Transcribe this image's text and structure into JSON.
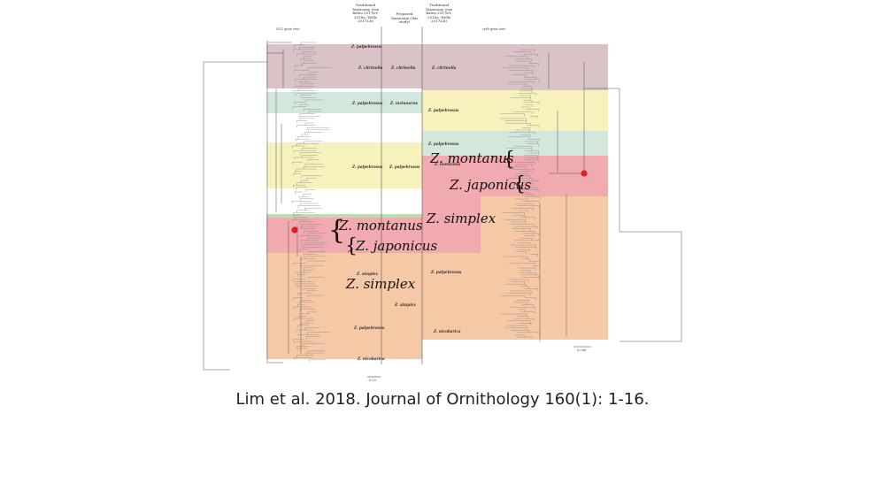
{
  "headers": {
    "nuclear_tree": "N2Z gene tree",
    "mito_tree": "cytb gene tree",
    "traditional_left": "Traditional Taxonomy (van Balen 2017b-f, 2018a; Wells 2017a,b)",
    "proposed": "Proposed Taxonomy (this study)",
    "traditional_right": "Traditional Taxonomy (van Balen 2017b-f, 2018a; Wells 2017a,b)"
  },
  "left_clade_labels": {
    "palpebrosus_top": "Z. palpebrosus",
    "citrinella": "Z. citrinella",
    "palpebrosus_green": "Z. palpebrosus",
    "palpebrosus_yellow": "Z. palpebrosus",
    "simplex_orange": "Z. simplex",
    "palpebrosus_orange": "Z. palpebrosus",
    "nicobarica": "Z. nicobarica"
  },
  "proposed_labels": {
    "citrinella": "Z. citrinella",
    "melanurus": "Z. melanurus",
    "palpebrosus": "Z. palpebrosus",
    "simplex": "Z. simplex"
  },
  "right_clade_labels": {
    "citrinella": "Z. citrinella",
    "palpebrosus_yellow": "Z. palpebrosus",
    "palpebrosus_green": "Z. palpebrosus",
    "montanus_small": "Z. montanus",
    "palpebrosus_orange": "Z. palpebrosus",
    "nicobarica": "Z. nicobarica"
  },
  "annotations": {
    "montanus_left": "Z. montanus",
    "japonicus_left": "Z. japonicus",
    "simplex_left": "Z. simplex",
    "montanus_right": "Z. montanus",
    "japonicus_right": "Z. japonicus",
    "simplex_right": "Z. simplex"
  },
  "scale_bars": {
    "left": "0.02",
    "right": "0.006"
  },
  "colors": {
    "mauve": "#d9c3c6",
    "green": "#d4e7dc",
    "yellow": "#f7f2bc",
    "red": "#f1aab0",
    "orange": "#f6c9a6",
    "marker": "#e02020"
  },
  "citation": "Lim et al. 2018. Journal of Ornithology 160(1): 1-16."
}
